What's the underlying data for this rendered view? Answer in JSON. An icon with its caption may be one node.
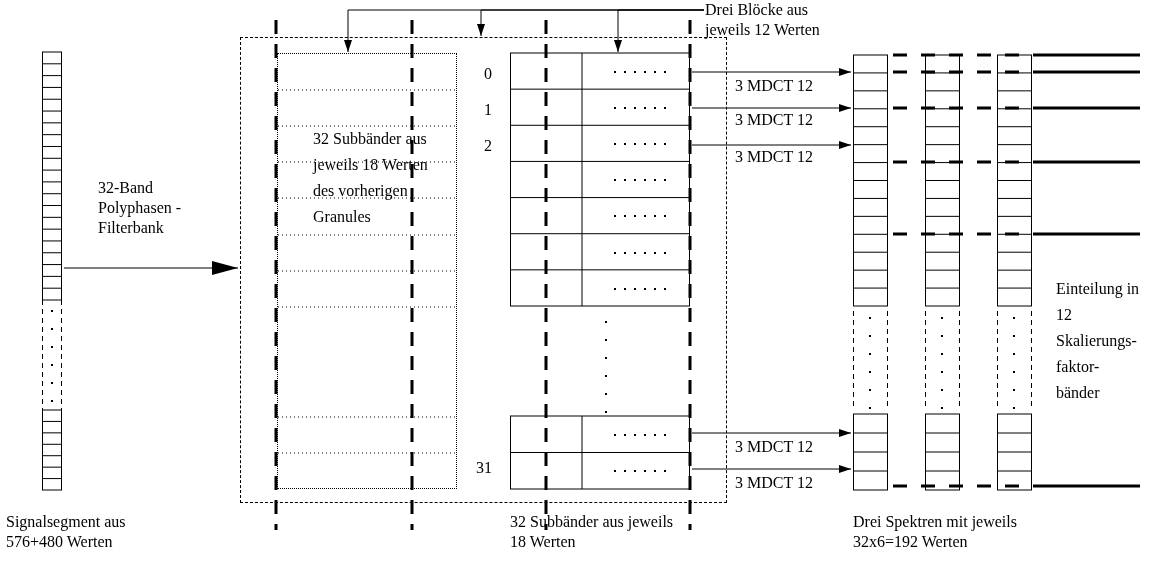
{
  "diagram": {
    "nodes": [
      {
        "text": [],
        "shape": "bar",
        "beside": [
          "Signalsegment aus 576+480 Werten"
        ]
      },
      {
        "text": [],
        "shape": "box"
      },
      {
        "text": [
          "32 Subbänder aus jeweils 18 Werten des vorherigen Granules"
        ],
        "in": 1
      },
      {
        "text": [],
        "shape": "box",
        "in": 1,
        "beside": [
          "32 Subbänder aus jeweils 18 Werten"
        ]
      },
      {
        "text": [],
        "shape": "bar"
      },
      {
        "text": [],
        "shape": "bar"
      },
      {
        "text": [],
        "shape": "bar"
      },
      {
        "text": [
          "Drei Blöcke aus jeweils 12 Werten"
        ]
      }
    ],
    "edges": [
      {
        "from": 0,
        "to": 1,
        "arrow": "to",
        "label": "32-Band Polyphasen - Filterbank"
      },
      {
        "from": 7,
        "to": 2,
        "arrow": "to"
      },
      {
        "from": 7,
        "to": 1,
        "arrow": "to"
      },
      {
        "from": 7,
        "to": 3,
        "arrow": "to"
      },
      {
        "from": 3,
        "to": 4,
        "arrow": "to",
        "label": "3 MDCT 12"
      },
      {
        "from": 3,
        "to": 4,
        "arrow": "to",
        "label": "3 MDCT 12"
      },
      {
        "from": 3,
        "to": 4,
        "arrow": "to",
        "label": "3 MDCT 12"
      },
      {
        "from": 3,
        "to": 4,
        "arrow": "to",
        "label": "3 MDCT 12"
      },
      {
        "from": 3,
        "to": 4,
        "arrow": "to",
        "label": "3 MDCT 12"
      }
    ],
    "labels": [
      "0",
      "1",
      "2",
      "31",
      "Drei Spektren mit jeweils 32x6=192 Werten",
      "Einteilung in 12 Skalierungs- faktor- bänder"
    ]
  }
}
